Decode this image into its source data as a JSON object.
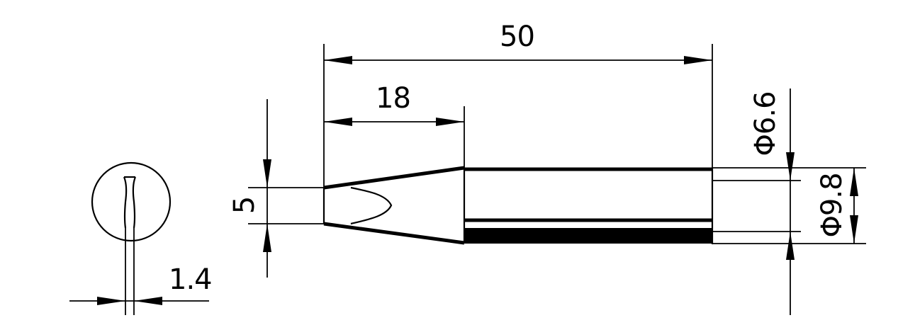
{
  "dimensions": {
    "total_length": "50",
    "taper_length": "18",
    "tip_width": "5",
    "shaft_inner_diameter": "Φ6.6",
    "shaft_outer_diameter": "Φ9.8",
    "tip_thickness": "1.4"
  }
}
